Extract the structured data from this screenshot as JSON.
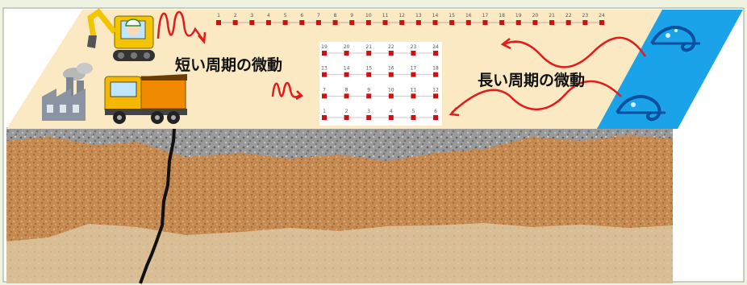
{
  "labels": {
    "short_period": "短い周期の微動",
    "long_period": "長い周期の微動"
  },
  "line_array": {
    "numbers": [
      "1",
      "2",
      "3",
      "4",
      "5",
      "6",
      "7",
      "8",
      "9",
      "10",
      "11",
      "12",
      "13",
      "14",
      "15",
      "16",
      "17",
      "18",
      "19",
      "20",
      "21",
      "22",
      "23",
      "24"
    ]
  },
  "grid_array": {
    "rows": [
      [
        "19",
        "20",
        "21",
        "22",
        "23",
        "24"
      ],
      [
        "13",
        "14",
        "15",
        "16",
        "17",
        "18"
      ],
      [
        "7",
        "8",
        "9",
        "10",
        "11",
        "12"
      ],
      [
        "1",
        "2",
        "3",
        "4",
        "5",
        "6"
      ]
    ]
  },
  "colors": {
    "panel": "#fbe9c4",
    "sea": "#1aa3e8",
    "sensor": "#cc1111",
    "wave": "#e21b1b",
    "gravel": "#8e8e8e",
    "soil": "#c8894f",
    "sand": "#d9bc93",
    "crack": "#111111"
  },
  "icons": [
    "excavator-icon",
    "worker-icon",
    "factory-icon",
    "dump-truck-icon",
    "ocean-wave-icon"
  ]
}
